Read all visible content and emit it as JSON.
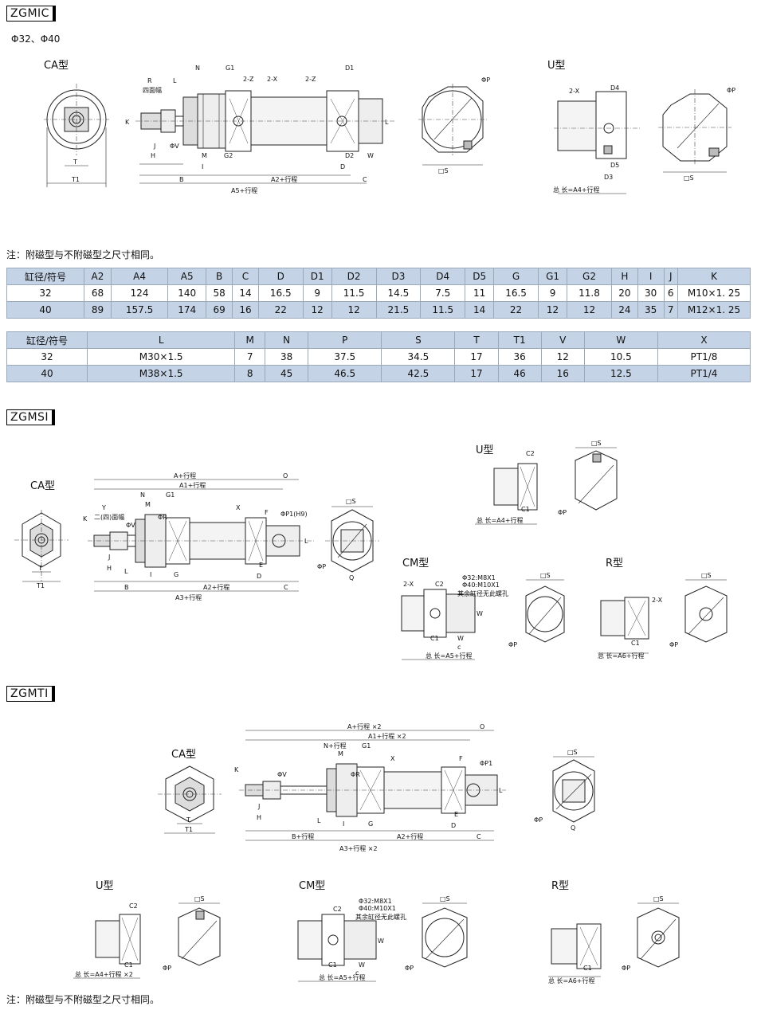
{
  "zgmic": {
    "tag": "ZGMIC",
    "bore_note": "Φ32、Φ40",
    "ca_label": "CA型",
    "u_label": "U型",
    "dims": {
      "R": "R",
      "four_face": "四面幅",
      "L": "L",
      "N": "N",
      "G1": "G1",
      "two_z": "2-Z",
      "two_x": "2-X",
      "D1": "D1",
      "K": "K",
      "phiV": "ΦV",
      "J": "J",
      "H": "H",
      "M": "M",
      "I": "I",
      "G2": "G2",
      "D2": "D2",
      "D": "D",
      "W": "W",
      "B": "B",
      "A2": "A2+行程",
      "C": "C",
      "A5": "A5+行程",
      "T": "T",
      "T1": "T1",
      "phiP": "ΦP",
      "S": "□S",
      "D4": "D4",
      "D5": "D5",
      "D3": "D3",
      "total_u": "总 长=A4+行程"
    },
    "note": "注：附磁型与不附磁型之尺寸相同。",
    "table1": {
      "headers": [
        "缸径/符号",
        "A2",
        "A4",
        "A5",
        "B",
        "C",
        "D",
        "D1",
        "D2",
        "D3",
        "D4",
        "D5",
        "G",
        "G1",
        "G2",
        "H",
        "I",
        "J",
        "K"
      ],
      "rows": [
        [
          "32",
          "68",
          "124",
          "140",
          "58",
          "14",
          "16.5",
          "9",
          "11.5",
          "14.5",
          "7.5",
          "11",
          "16.5",
          "9",
          "11.8",
          "20",
          "30",
          "6",
          "M10×1. 25"
        ],
        [
          "40",
          "89",
          "157.5",
          "174",
          "69",
          "16",
          "22",
          "12",
          "12",
          "21.5",
          "11.5",
          "14",
          "22",
          "12",
          "12",
          "24",
          "35",
          "7",
          "M12×1. 25"
        ]
      ]
    },
    "table2": {
      "headers": [
        "缸径/符号",
        "L",
        "M",
        "N",
        "P",
        "S",
        "T",
        "T1",
        "V",
        "W",
        "X"
      ],
      "rows": [
        [
          "32",
          "M30×1.5",
          "7",
          "38",
          "37.5",
          "34.5",
          "17",
          "36",
          "12",
          "10.5",
          "PT1/8"
        ],
        [
          "40",
          "M38×1.5",
          "8",
          "45",
          "46.5",
          "42.5",
          "17",
          "46",
          "16",
          "12.5",
          "PT1/4"
        ]
      ]
    }
  },
  "zgmsi": {
    "tag": "ZGMSI",
    "ca_label": "CA型",
    "u_label": "U型",
    "cm_label": "CM型",
    "r_label": "R型",
    "dims": {
      "A": "A+行程",
      "A1": "A1+行程",
      "O": "O",
      "N": "N",
      "G1": "G1",
      "M": "M",
      "K": "K",
      "Y": "Y",
      "two_four": "二(四)面幅",
      "phiV": "ΦV",
      "phiR": "ΦR",
      "X": "X",
      "F": "F",
      "phiP1": "ΦP1(H9)",
      "L": "L",
      "J": "J",
      "H": "H",
      "I": "I",
      "G": "G",
      "E": "E",
      "D": "D",
      "B": "B",
      "A2": "A2+行程",
      "C": "C",
      "A3": "A3+行程",
      "T": "T",
      "T1": "T1",
      "phiP": "ΦP",
      "S": "□S",
      "Q": "Q",
      "C2": "C2",
      "C1": "C1",
      "total_u": "总 长=A4+行程",
      "two_x": "2-X",
      "cm_thread1": "Φ32:M8X1",
      "cm_thread2": "Φ40:M10X1",
      "cm_note": "其余缸径无此螺孔",
      "W": "W",
      "c": "c",
      "total_cm": "总 长=A5+行程",
      "total_r": "总 长=A6+行程"
    }
  },
  "zgmti": {
    "tag": "ZGMTI",
    "ca_label": "CA型",
    "u_label": "U型",
    "cm_label": "CM型",
    "r_label": "R型",
    "dims": {
      "A": "A+行程 ×2",
      "A1": "A1+行程 ×2",
      "O": "O",
      "N": "N+行程",
      "G1": "G1",
      "M": "M",
      "K": "K",
      "phiV": "ΦV",
      "phiR": "ΦR",
      "X": "X",
      "F": "F",
      "phiP1": "ΦP1",
      "L": "L",
      "J": "J",
      "H": "H",
      "I": "I",
      "G": "G",
      "E": "E",
      "D": "D",
      "B": "B+行程",
      "A2": "A2+行程",
      "C": "C",
      "A3": "A3+行程 ×2",
      "T": "T",
      "T1": "T1",
      "phiP": "ΦP",
      "S": "□S",
      "Q": "Q",
      "C2": "C2",
      "C1": "C1",
      "total_u": "总 长=A4+行程 ×2",
      "cm_thread1": "Φ32:M8X1",
      "cm_thread2": "Φ40:M10X1",
      "cm_note": "其余缸径无此螺孔",
      "W": "W",
      "c": "c",
      "total_cm": "总 长=A5+行程",
      "total_r": "总 长=A6+行程"
    },
    "note": "注：附磁型与不附磁型之尺寸相同。"
  }
}
